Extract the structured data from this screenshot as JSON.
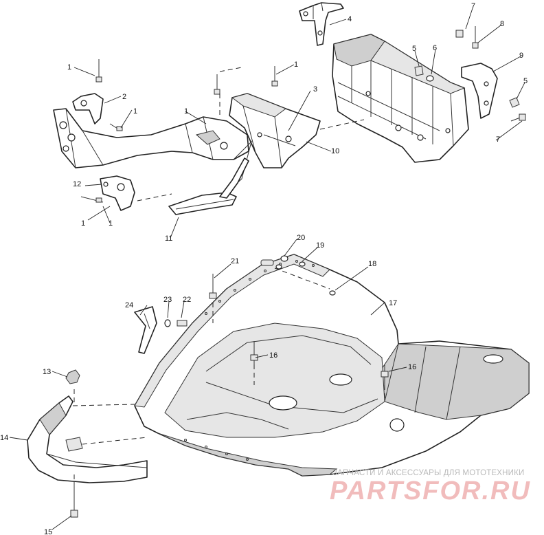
{
  "callouts": {
    "c1a": "1",
    "c1b": "1",
    "c1c": "1",
    "c1d": "1",
    "c1e": "1",
    "c1f": "1",
    "c2": "2",
    "c3": "3",
    "c4": "4",
    "c5a": "5",
    "c5b": "5",
    "c6": "6",
    "c7a": "7",
    "c7b": "7",
    "c8": "8",
    "c9": "9",
    "c10": "10",
    "c11": "11",
    "c12": "12",
    "c13": "13",
    "c14": "14",
    "c15": "15",
    "c16a": "16",
    "c16b": "16",
    "c17": "17",
    "c18": "18",
    "c19": "19",
    "c20": "20",
    "c21": "21",
    "c22": "22",
    "c23": "23",
    "c24": "24"
  },
  "watermark": {
    "tagline": "ЗАПЧАСТИ И АКСЕССУАРЫ ДЛЯ МОТОТЕХНИКИ",
    "brand": "PARTSFOR.RU"
  },
  "colors": {
    "line": "#222222",
    "watermark_brand": "#f1bcbc",
    "watermark_tagline": "#b9b9b9"
  }
}
